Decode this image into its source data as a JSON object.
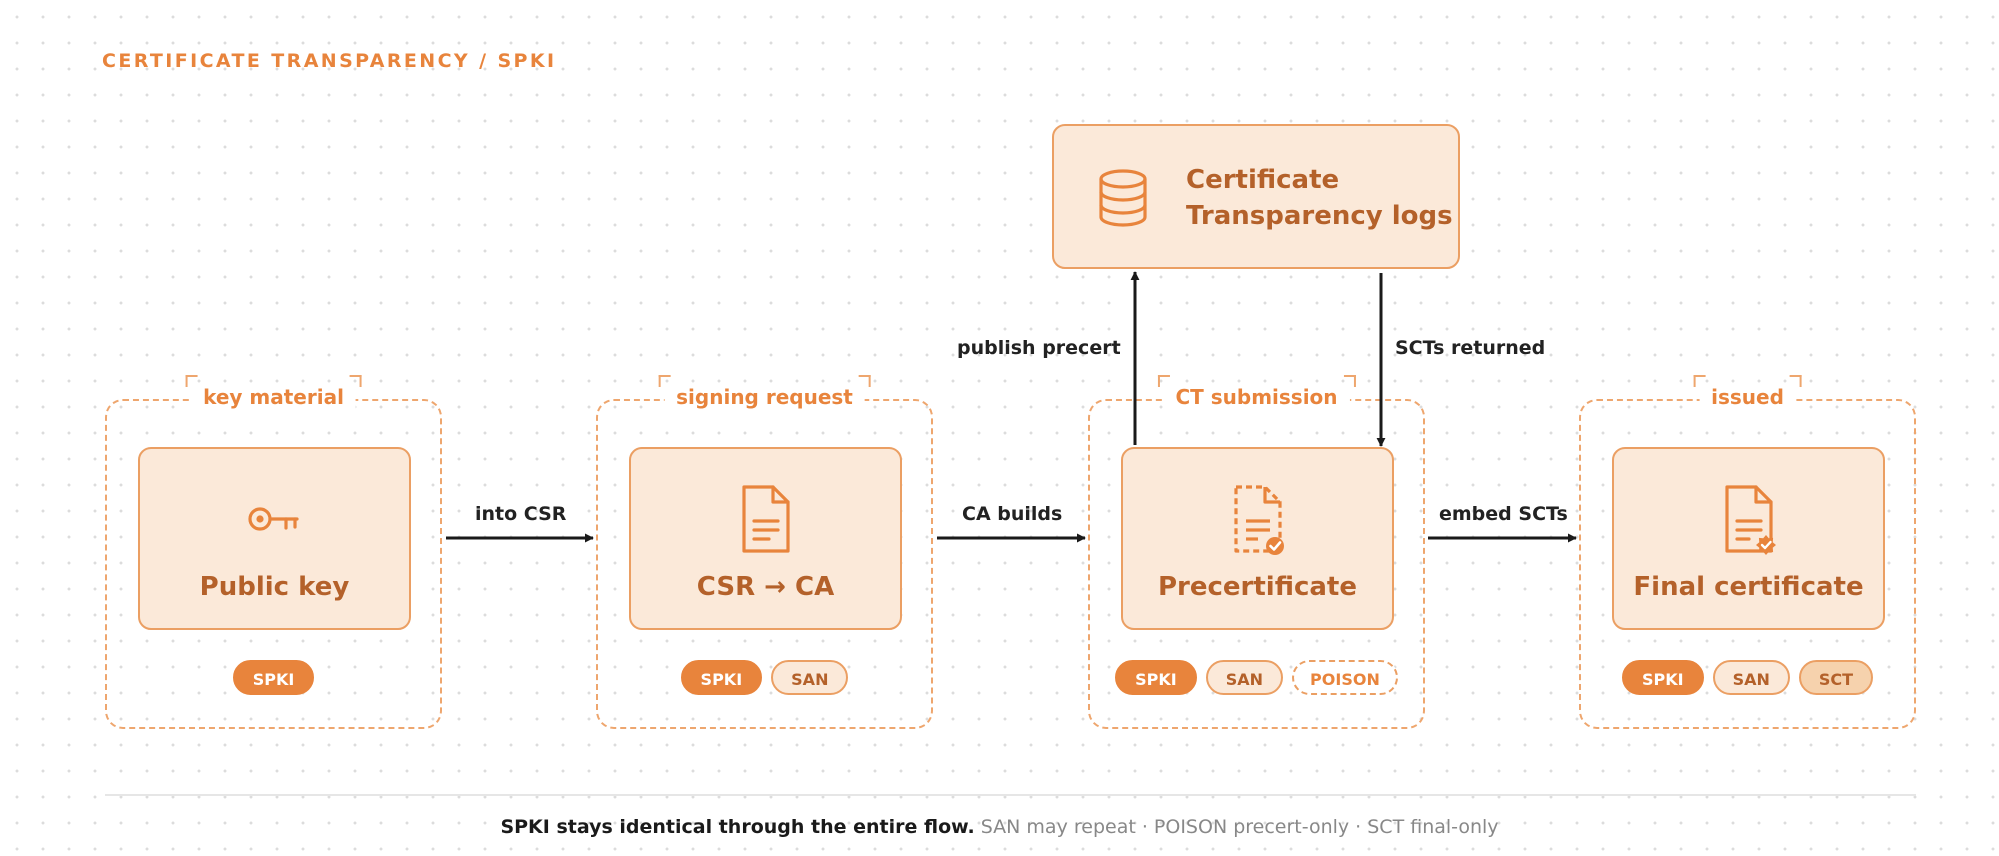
{
  "eyebrow": "CERTIFICATE TRANSPARENCY / SPKI",
  "colors": {
    "accent": "#e8843c",
    "accent_dark": "#b4612a",
    "card_fill": "#fbe9d9",
    "border": "#eb9f63",
    "arrow": "#1a1a1a"
  },
  "stages": [
    {
      "label": "key material",
      "card_title": "Public key",
      "icon": "key-icon",
      "chips": [
        "SPKI"
      ]
    },
    {
      "label": "signing request",
      "card_title": "CSR → CA",
      "icon": "document-icon",
      "chips": [
        "SPKI",
        "SAN"
      ]
    },
    {
      "label": "CT submission",
      "card_title": "Precertificate",
      "icon": "dashed-document-check-icon",
      "chips": [
        "SPKI",
        "SAN",
        "POISON"
      ]
    },
    {
      "label": "issued",
      "card_title": "Final certificate",
      "icon": "document-seal-icon",
      "chips": [
        "SPKI",
        "SAN",
        "SCT"
      ]
    }
  ],
  "ct_logs": {
    "title_line1": "Certificate",
    "title_line2": "Transparency logs",
    "icon": "database-icon"
  },
  "edges": {
    "into_csr": "into CSR",
    "ca_builds": "CA builds",
    "embed_scts": "embed SCTs",
    "publish_precert": "publish precert",
    "scts_returned": "SCTs returned"
  },
  "caption": {
    "strong": "SPKI stays identical through the entire flow.",
    "muted": "SAN may repeat · POISON precert-only · SCT final-only"
  }
}
